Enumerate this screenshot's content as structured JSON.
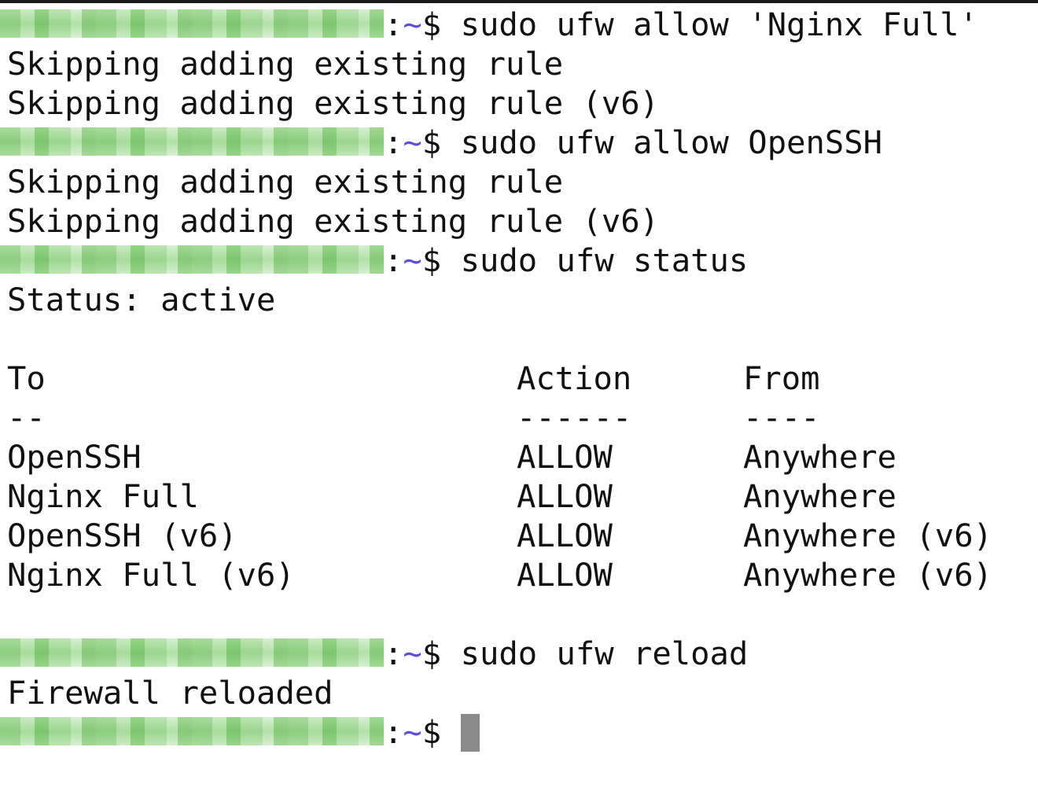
{
  "colors": {
    "tilde": "#5b4fe0",
    "text": "#111111",
    "cursor": "#8a8a8a",
    "redacted": "#a8dd9c"
  },
  "prompt": {
    "colon": ":",
    "tilde": "~",
    "dollar": "$ "
  },
  "session": {
    "cmd1": "sudo ufw allow 'Nginx Full'",
    "out1a": "Skipping adding existing rule",
    "out1b": "Skipping adding existing rule (v6)",
    "cmd2": "sudo ufw allow OpenSSH",
    "out2a": "Skipping adding existing rule",
    "out2b": "Skipping adding existing rule (v6)",
    "cmd3": "sudo ufw status",
    "status": "Status: active",
    "cmd4": "sudo ufw reload",
    "out4": "Firewall reloaded"
  },
  "table": {
    "headers": [
      "To",
      "Action",
      "From"
    ],
    "separators": [
      "--",
      "------",
      "----"
    ],
    "rows": [
      [
        "OpenSSH",
        "ALLOW",
        "Anywhere"
      ],
      [
        "Nginx Full",
        "ALLOW",
        "Anywhere"
      ],
      [
        "OpenSSH (v6)",
        "ALLOW",
        "Anywhere (v6)"
      ],
      [
        "Nginx Full (v6)",
        "ALLOW",
        "Anywhere (v6)"
      ]
    ]
  }
}
